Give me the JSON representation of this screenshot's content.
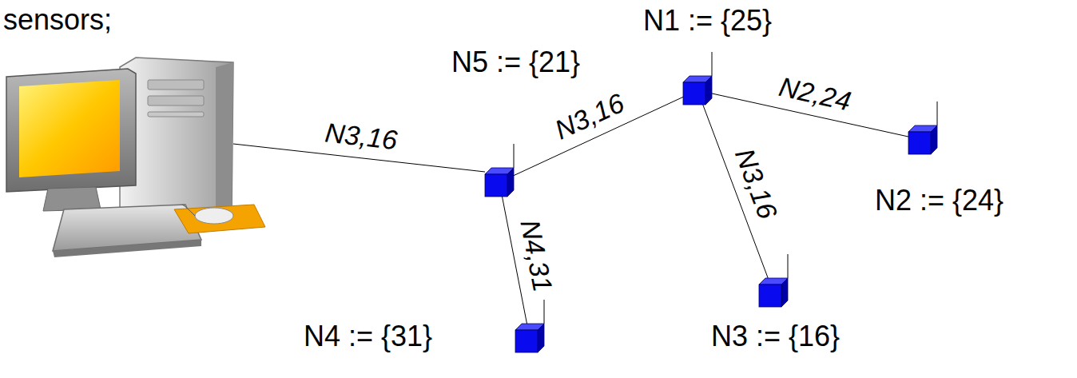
{
  "diagram": {
    "nodes": [
      {
        "text": [
          "N1 := {25}"
        ]
      },
      {
        "text": [
          "N5 := {21}"
        ]
      },
      {
        "text": [
          "N2 := {24}"
        ]
      },
      {
        "text": [
          "N4 := {31}"
        ]
      },
      {
        "text": [
          "N3 := {16}"
        ]
      }
    ],
    "edges": [
      {
        "from": 0,
        "to": 1,
        "label": "N3,16",
        "arrow": "none"
      },
      {
        "from": 0,
        "to": 2,
        "label": "N2,24",
        "arrow": "none"
      },
      {
        "from": 0,
        "to": 4,
        "label": "N3,16",
        "arrow": "none"
      },
      {
        "from": 1,
        "to": 3,
        "label": "N4,31",
        "arrow": "none"
      }
    ],
    "labels": [
      "sensors;",
      "N3,16"
    ]
  }
}
